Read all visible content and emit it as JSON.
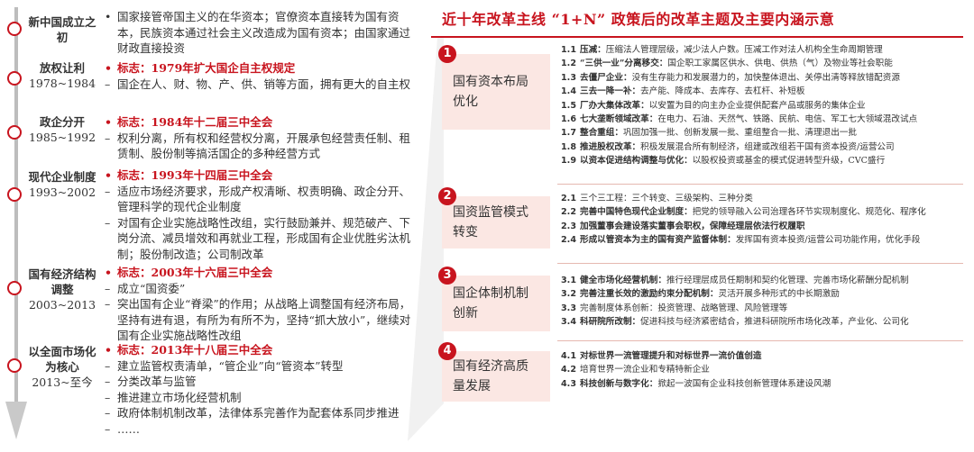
{
  "timeline": {
    "eras": [
      {
        "title": "新中国成立之初",
        "years": "",
        "items": [
          {
            "marker": "•",
            "text": "国家接管帝国主义的在华资本；官僚资本直接转为国有资本，民族资本通过社会主义改造成为国有资本；由国家通过财政直接投资",
            "highlight": false
          }
        ]
      },
      {
        "title": "放权让利",
        "years": "1978~1984",
        "items": [
          {
            "marker": "•",
            "text": "标志：1979年扩大国企自主权规定",
            "highlight": true
          },
          {
            "marker": "–",
            "text": "国企在人、财、物、产、供、销等方面，拥有更大的自主权",
            "highlight": false
          }
        ]
      },
      {
        "title": "政企分开",
        "years": "1985~1992",
        "items": [
          {
            "marker": "•",
            "text": "标志：1984年十二届三中全会",
            "highlight": true
          },
          {
            "marker": "–",
            "text": "权利分离，所有权和经营权分离，开展承包经营责任制、租赁制、股份制等搞活国企的多种经营方式",
            "highlight": false
          }
        ]
      },
      {
        "title": "现代企业制度",
        "years": "1993~2002",
        "items": [
          {
            "marker": "•",
            "text": "标志：1993年十四届三中全会",
            "highlight": true
          },
          {
            "marker": "–",
            "text": "适应市场经济要求，形成产权清晰、权责明确、政企分开、管理科学的现代企业制度",
            "highlight": false
          },
          {
            "marker": "–",
            "text": "对国有企业实施战略性改组，实行鼓励兼并、规范破产、下岗分流、减员增效和再就业工程，形成国有企业优胜劣汰机制；股份制改造；公司制改革",
            "highlight": false
          }
        ]
      },
      {
        "title": "国有经济结构调整",
        "years": "2003~2013",
        "items": [
          {
            "marker": "•",
            "text": "标志：2003年十六届三中全会",
            "highlight": true
          },
          {
            "marker": "–",
            "text": "成立“国资委”",
            "highlight": false
          },
          {
            "marker": "–",
            "text": "突出国有企业“脊梁”的作用；从战略上调整国有经济布局，坚持有进有退，有所为有所不为，坚持“抓大放小”，继续对国有企业实施战略性改组",
            "highlight": false
          }
        ]
      },
      {
        "title": "以全面市场化为核心",
        "years": "2013~至今",
        "items": [
          {
            "marker": "•",
            "text": "标志：2013年十八届三中全会",
            "highlight": true
          },
          {
            "marker": "–",
            "text": "建立监管权责清单，“管企业”向“管资本”转型",
            "highlight": false
          },
          {
            "marker": "–",
            "text": "分类改革与监管",
            "highlight": false
          },
          {
            "marker": "–",
            "text": "推进建立市场化经营机制",
            "highlight": false
          },
          {
            "marker": "–",
            "text": "政府体制机制改革，法律体系完善作为配套体系同步推进",
            "highlight": false
          },
          {
            "marker": "–",
            "text": "……",
            "highlight": false
          }
        ]
      }
    ]
  },
  "right_panel": {
    "title": "近十年改革主线 “1+N” 政策后的改革主题及主要内涵示意",
    "themes": [
      {
        "num": "1",
        "label": "国有资本布局优化",
        "items": [
          {
            "num": "1.1",
            "kw": "压减：",
            "text": "压缩法人管理层级，减少法人户数。压减工作对法人机构全生命周期管理"
          },
          {
            "num": "1.2",
            "kw": "“三供一业”分离移交：",
            "text": "国企职工家属区供水、供电、供热（气）及物业等社会职能"
          },
          {
            "num": "1.3",
            "kw": "去僵尸企业：",
            "text": "没有生存能力和发展潜力的，加快整体退出、关停出清等释放错配资源"
          },
          {
            "num": "1.4",
            "kw": "三去一降一补：",
            "text": "去产能、降成本、去库存、去杠杆、补短板"
          },
          {
            "num": "1.5",
            "kw": "厂办大集体改革：",
            "text": "以安置为目的向主办企业提供配套产品或服务的集体企业"
          },
          {
            "num": "1.6",
            "kw": "七大垄断领域改革：",
            "text": "在电力、石油、天然气、铁路、民航、电信、军工七大领域混改试点"
          },
          {
            "num": "1.7",
            "kw": "整合重组：",
            "text": "巩固加强一批、创新发展一批、重组整合一批、清理退出一批"
          },
          {
            "num": "1.8",
            "kw": "推进股权改革：",
            "text": "积极发展混合所有制经济，组建或改组若干国有资本投资/运营公司"
          },
          {
            "num": "1.9",
            "kw": "以资本促进结构调整与优化：",
            "text": "以股权投资或基金的模式促进转型升级，CVC盛行"
          }
        ]
      },
      {
        "num": "2",
        "label": "国资监管模式转变",
        "items": [
          {
            "num": "2.1",
            "kw": "",
            "text": "三个三工程：三个转变、三级架构、三种分类"
          },
          {
            "num": "2.2",
            "kw": "完善中国特色现代企业制度：",
            "text": "把党的领导融入公司治理各环节实现制度化、规范化、程序化"
          },
          {
            "num": "2.3",
            "kw": "加强董事会建设落实董事会职权，保障经理层依法行权履职",
            "text": ""
          },
          {
            "num": "2.4",
            "kw": "形成以管资本为主的国有资产监督体制：",
            "text": "发挥国有资本投资/运营公司功能作用，优化手段"
          }
        ]
      },
      {
        "num": "3",
        "label": "国企体制机制创新",
        "items": [
          {
            "num": "3.1",
            "kw": "健全市场化经营机制：",
            "text": "推行经理层成员任期制和契约化管理、完善市场化薪酬分配机制"
          },
          {
            "num": "3.2",
            "kw": "完善注重长效的激励约束分配机制：",
            "text": "灵活开展多种形式的中长期激励"
          },
          {
            "num": "3.3",
            "kw": "",
            "text": "完善制度体系创新：投资管理、战略管理、风险管理等"
          },
          {
            "num": "3.4",
            "kw": "科研院所改制：",
            "text": "促进科技与经济紧密结合，推进科研院所市场化改革，产业化、公司化"
          }
        ]
      },
      {
        "num": "4",
        "label": "国有经济高质量发展",
        "items": [
          {
            "num": "4.1",
            "kw": "对标世界一流管理提升和对标世界一流价值创造",
            "text": ""
          },
          {
            "num": "4.2",
            "kw": "",
            "text": "培育世界一流企业和专精特新企业"
          },
          {
            "num": "4.3",
            "kw": "科技创新与数字化：",
            "text": "掀起一波国有企业科技创新管理体系建设风潮"
          }
        ]
      }
    ]
  }
}
